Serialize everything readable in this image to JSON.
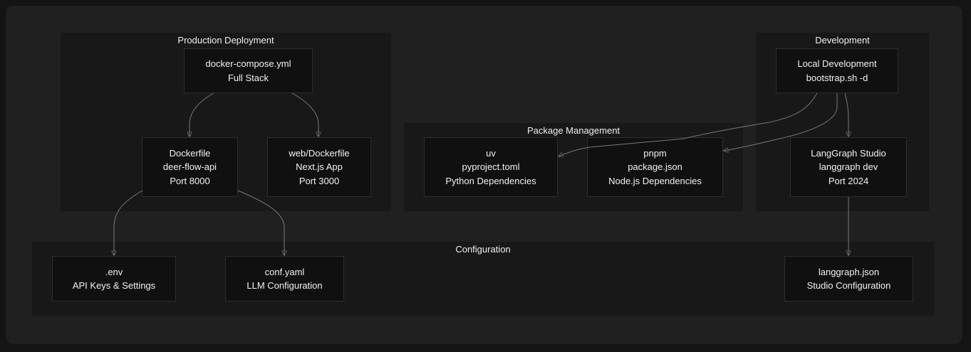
{
  "groups": {
    "production": {
      "title": "Production Deployment",
      "compose": {
        "line1": "docker-compose.yml",
        "line2": "Full Stack"
      },
      "dockerfile": {
        "line1": "Dockerfile",
        "line2": "deer-flow-api",
        "line3": "Port 8000"
      },
      "web_dockerfile": {
        "line1": "web/Dockerfile",
        "line2": "Next.js App",
        "line3": "Port 3000"
      }
    },
    "package_management": {
      "title": "Package Management",
      "uv": {
        "line1": "uv",
        "line2": "pyproject.toml",
        "line3": "Python Dependencies"
      },
      "pnpm": {
        "line1": "pnpm",
        "line2": "package.json",
        "line3": "Node.js Dependencies"
      }
    },
    "development": {
      "title": "Development",
      "local_dev": {
        "line1": "Local Development",
        "line2": "bootstrap.sh -d"
      },
      "langgraph_studio": {
        "line1": "LangGraph Studio",
        "line2": "langgraph dev",
        "line3": "Port 2024"
      }
    },
    "configuration": {
      "title": "Configuration",
      "env": {
        "line1": ".env",
        "line2": "API Keys & Settings"
      },
      "conf_yaml": {
        "line1": "conf.yaml",
        "line2": "LLM Configuration"
      },
      "langgraph_json": {
        "line1": "langgraph.json",
        "line2": "Studio Configuration"
      }
    }
  },
  "colors": {
    "background": "#202020",
    "group": "#181818",
    "node": "#101010",
    "edge": "#7a7a7a",
    "text": "#f2f2f2"
  }
}
